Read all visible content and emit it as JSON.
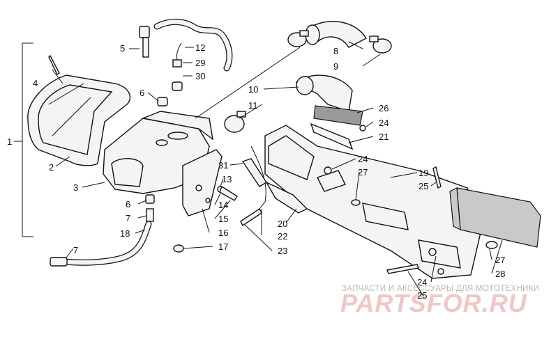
{
  "diagram": {
    "callouts": {
      "c1": "1",
      "c2": "2",
      "c3": "3",
      "c4": "4",
      "c5": "5",
      "c6a": "6",
      "c6b": "6",
      "c7a": "7",
      "c7b": "7",
      "c8": "8",
      "c9": "9",
      "c10": "10",
      "c11": "11",
      "c12": "12",
      "c13": "13",
      "c14": "14",
      "c15": "15",
      "c16": "16",
      "c17": "17",
      "c18": "18",
      "c19": "19",
      "c20": "20",
      "c21": "21",
      "c22": "22",
      "c23": "23",
      "c24a": "24",
      "c24b": "24",
      "c24c": "24",
      "c25a": "25",
      "c25b": "25",
      "c26": "26",
      "c27a": "27",
      "c27b": "27",
      "c28": "28",
      "c29": "29",
      "c30": "30",
      "c31": "31"
    }
  },
  "watermark": {
    "top_text": "ЗАПЧАСТИ И АКСЕССУАРЫ ДЛЯ МОТОТЕХНИКИ",
    "logo_text": "PARTSFOR.RU"
  },
  "colors": {
    "line": "#111111",
    "part_fill": "#f4f4f4",
    "foam_fill": "#c9c9c9",
    "watermark_text": "#b8b8b8",
    "watermark_logo": "#f2c6c6"
  }
}
